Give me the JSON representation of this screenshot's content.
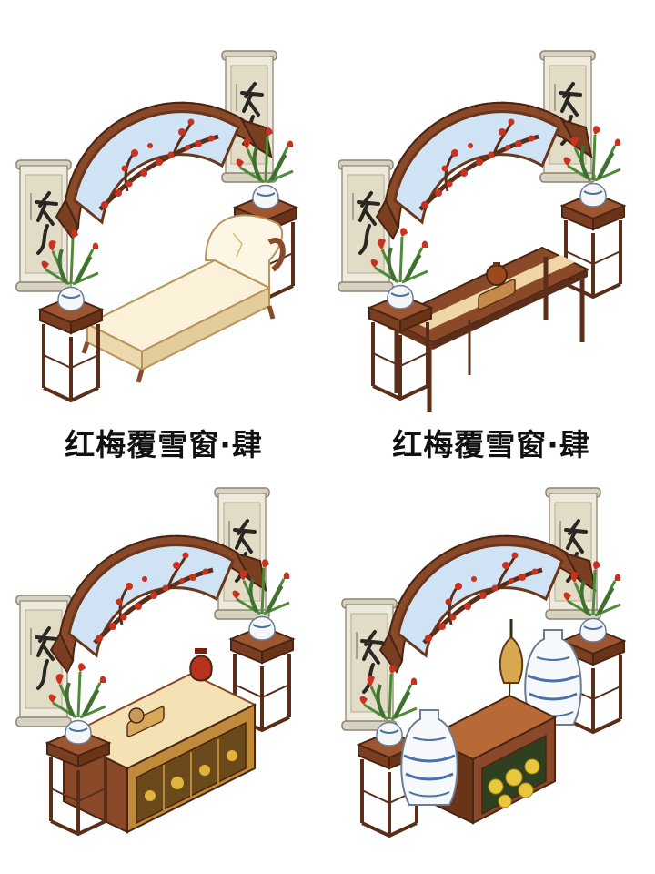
{
  "items": [
    {
      "caption": "红梅覆雪窗·肆",
      "centerpiece": "chaise-lounge"
    },
    {
      "caption": "红梅覆雪窗·肆",
      "centerpiece": "tea-table"
    },
    {
      "caption": "",
      "centerpiece": "display-cabinet"
    },
    {
      "caption": "",
      "centerpiece": "vases-and-chrysanthemum-stand"
    }
  ],
  "colors": {
    "wood": "#8a4a2a",
    "wood_dark": "#5a2e18",
    "scroll_paper": "#eeeadb",
    "plum_red": "#c8321e",
    "window_sky": "#cfe3f5",
    "cream": "#fbf1d8",
    "leaf_green": "#4f8a3a",
    "porcelain_blue": "#4a72a8",
    "gold": "#e0b43a"
  }
}
